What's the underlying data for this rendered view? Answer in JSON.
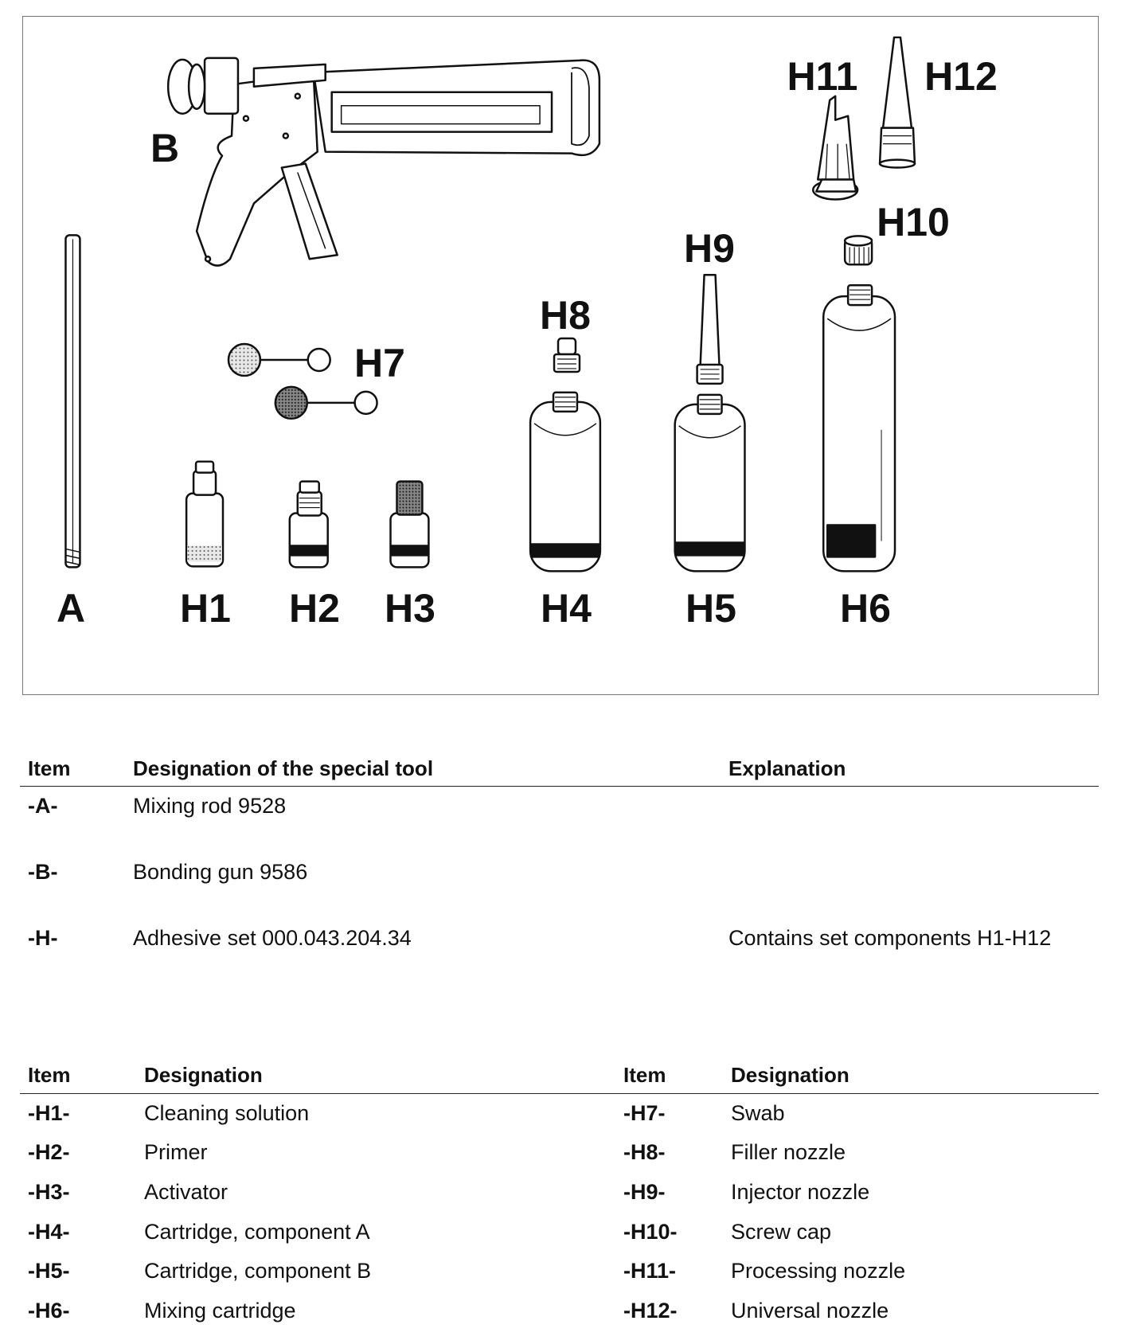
{
  "figure": {
    "labels": {
      "A": "A",
      "B": "B",
      "H1": "H1",
      "H2": "H2",
      "H3": "H3",
      "H4": "H4",
      "H5": "H5",
      "H6": "H6",
      "H7": "H7",
      "H8": "H8",
      "H9": "H9",
      "H10": "H10",
      "H11": "H11",
      "H12": "H12"
    }
  },
  "tools_table": {
    "headers": {
      "item": "Item",
      "designation": "Designation of the special tool",
      "explanation": "Explanation"
    },
    "rows": [
      {
        "item": "-A-",
        "designation": "Mixing rod 9528",
        "explanation": ""
      },
      {
        "item": "-B-",
        "designation": "Bonding gun 9586",
        "explanation": ""
      },
      {
        "item": "-H-",
        "designation": "Adhesive set 000.043.204.34",
        "explanation": "Contains set components H1-H12"
      }
    ]
  },
  "set_table": {
    "headers": {
      "item_left": "Item",
      "designation_left": "Designation",
      "item_right": "Item",
      "designation_right": "Designation"
    },
    "left": [
      {
        "item": "-H1-",
        "designation": "Cleaning solution"
      },
      {
        "item": "-H2-",
        "designation": "Primer"
      },
      {
        "item": "-H3-",
        "designation": "Activator"
      },
      {
        "item": "-H4-",
        "designation": "Cartridge, component A"
      },
      {
        "item": "-H5-",
        "designation": "Cartridge, component B"
      },
      {
        "item": "-H6-",
        "designation": "Mixing cartridge"
      }
    ],
    "right": [
      {
        "item": "-H7-",
        "designation": "Swab"
      },
      {
        "item": "-H8-",
        "designation": "Filler nozzle"
      },
      {
        "item": "-H9-",
        "designation": "Injector nozzle"
      },
      {
        "item": "-H10-",
        "designation": "Screw cap"
      },
      {
        "item": "-H11-",
        "designation": "Processing nozzle"
      },
      {
        "item": "-H12-",
        "designation": "Universal nozzle"
      }
    ]
  }
}
